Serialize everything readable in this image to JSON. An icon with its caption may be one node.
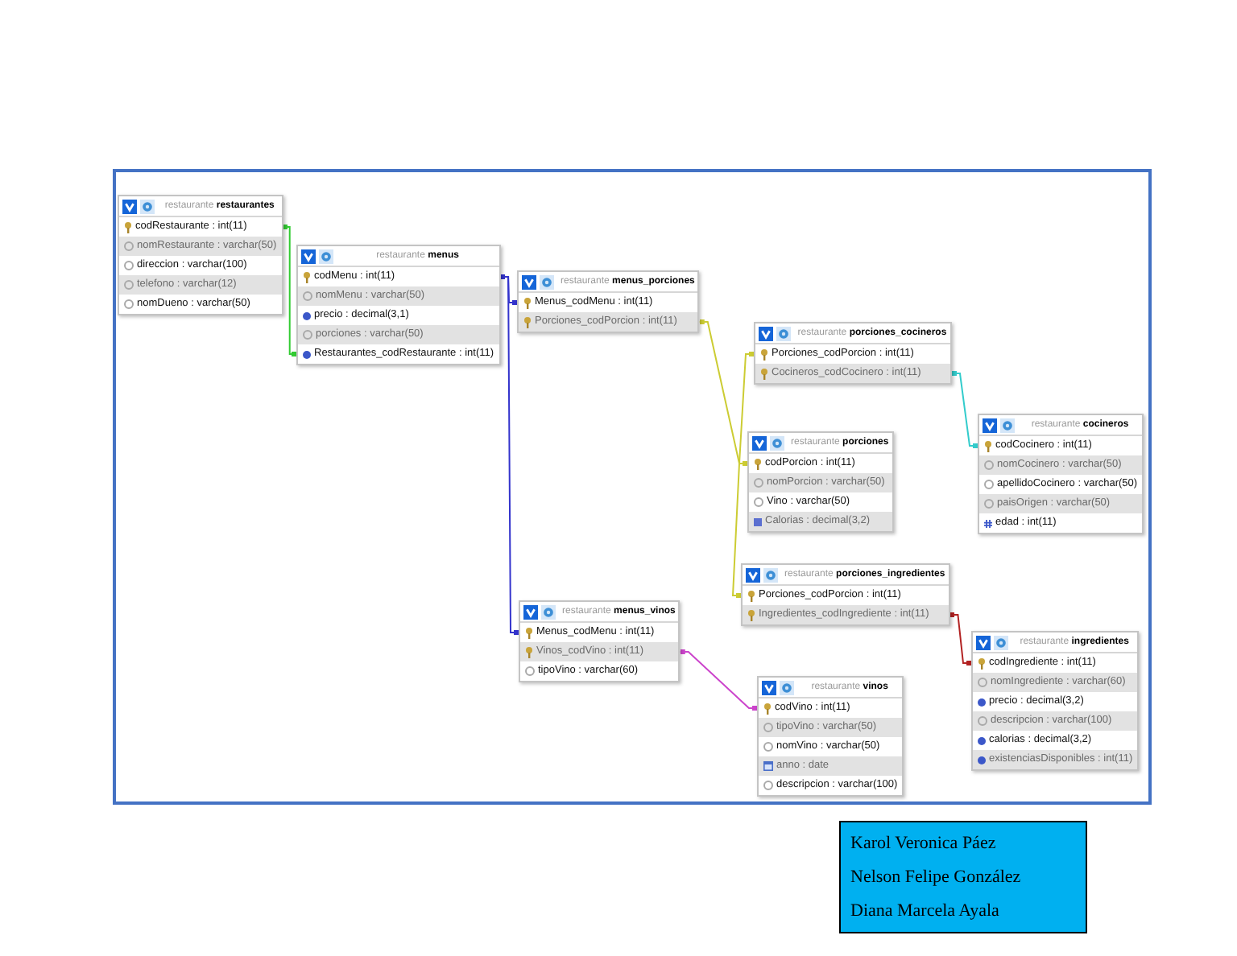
{
  "diagram": {
    "nodes": [
      {
        "text": [],
        "shape": "box"
      },
      {
        "text": [
          "restaurante **restaurantes**",
          "codRestaurante : int(11)",
          "nomRestaurante : varchar(50)",
          "direccion : varchar(100)",
          "telefono : varchar(12)",
          "nomDueno : varchar(50)"
        ],
        "in": 0
      },
      {
        "text": [
          "restaurante **menus**",
          "codMenu : int(11)",
          "nomMenu : varchar(50)",
          "precio : decimal(3,1)",
          "porciones : varchar(50)",
          "Restaurantes_codRestaurante : int(11)"
        ],
        "in": 0
      },
      {
        "text": [
          "restaurante **menus_porciones**",
          "Menus_codMenu : int(11)",
          "Porciones_codPorcion : int(11)"
        ],
        "in": 0
      },
      {
        "text": [
          "restaurante **porciones_cocineros**",
          "Porciones_codPorcion : int(11)",
          "Cocineros_codCocinero : int(11)"
        ],
        "in": 0
      },
      {
        "text": [
          "restaurante **cocineros**",
          "codCocinero : int(11)",
          "nomCocinero : varchar(50)",
          "apellidoCocinero : varchar(50)",
          "paisOrigen : varchar(50)",
          "edad : int(11)"
        ],
        "in": 0
      },
      {
        "text": [
          "restaurante **porciones**",
          "codPorcion : int(11)",
          "nomPorcion : varchar(50)",
          "Vino : varchar(50)",
          "Calorias : decimal(3,2)"
        ],
        "in": 0
      },
      {
        "text": [
          "restaurante **porciones_ingredientes**",
          "Porciones_codPorcion : int(11)",
          "Ingredientes_codIngrediente : int(11)"
        ],
        "in": 0
      },
      {
        "text": [
          "restaurante **menus_vinos**",
          "Menus_codMenu : int(11)",
          "Vinos_codVino : int(11)",
          "tipoVino : varchar(60)"
        ],
        "in": 0
      },
      {
        "text": [
          "restaurante **ingredientes**",
          "codIngrediente : int(11)",
          "nomIngrediente : varchar(60)",
          "precio : decimal(3,2)",
          "descripcion : varchar(100)",
          "calorias : decimal(3,2)",
          "existenciasDisponibles : int(11)"
        ],
        "in": 0
      },
      {
        "text": [
          "restaurante **vinos**",
          "codVino : int(11)",
          "tipoVino : varchar(50)",
          "nomVino : varchar(50)",
          "anno : date",
          "descripcion : varchar(100)"
        ],
        "in": 0
      },
      {
        "text": [
          "Karol Veronica Páez",
          "Nelson Felipe González",
          "Diana Marcela Ayala"
        ]
      }
    ],
    "edges": [
      {
        "from": 2,
        "to": 1,
        "arrow": "other",
        "color": "#33cc33"
      },
      {
        "from": 3,
        "to": 2,
        "arrow": "other",
        "color": "#3333cc"
      },
      {
        "from": 8,
        "to": 2,
        "arrow": "other",
        "color": "#3333cc"
      },
      {
        "from": 3,
        "to": 6,
        "arrow": "other",
        "color": "#cccc33"
      },
      {
        "from": 4,
        "to": 6,
        "arrow": "other",
        "color": "#cccc33"
      },
      {
        "from": 7,
        "to": 6,
        "arrow": "other",
        "color": "#cccc33"
      },
      {
        "from": 4,
        "to": 5,
        "arrow": "other",
        "color": "#33cccc"
      },
      {
        "from": 7,
        "to": 9,
        "arrow": "other",
        "color": "#b22222"
      },
      {
        "from": 8,
        "to": 10,
        "arrow": "other",
        "color": "#cc44cc"
      }
    ]
  }
}
